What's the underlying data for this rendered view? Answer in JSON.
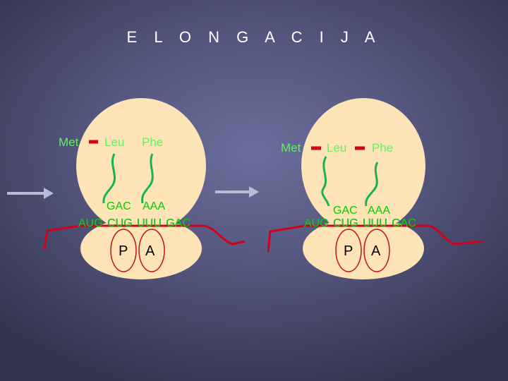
{
  "title": "E L O N G A C I J A",
  "panels": [
    {
      "amino": {
        "met": "Met",
        "leu": "Leu",
        "phe": "Phe"
      },
      "anticodons": {
        "first": "GAC",
        "second": "AAA"
      },
      "mrna": "AUG CUG  UUU GAC",
      "sites": {
        "p": "P",
        "a": "A"
      }
    },
    {
      "amino": {
        "met": "Met",
        "leu": "Leu",
        "phe": "Phe"
      },
      "anticodons": {
        "first": "GAC",
        "second": "AAA"
      },
      "mrna": "AUG CUG  UUU GAC",
      "sites": {
        "p": "P",
        "a": "A"
      }
    }
  ],
  "colors": {
    "ribosome": "#fde3b6",
    "mrna_strand": "#d0021b",
    "trna": "#19b34a",
    "arrow": "#b9bcd6"
  }
}
